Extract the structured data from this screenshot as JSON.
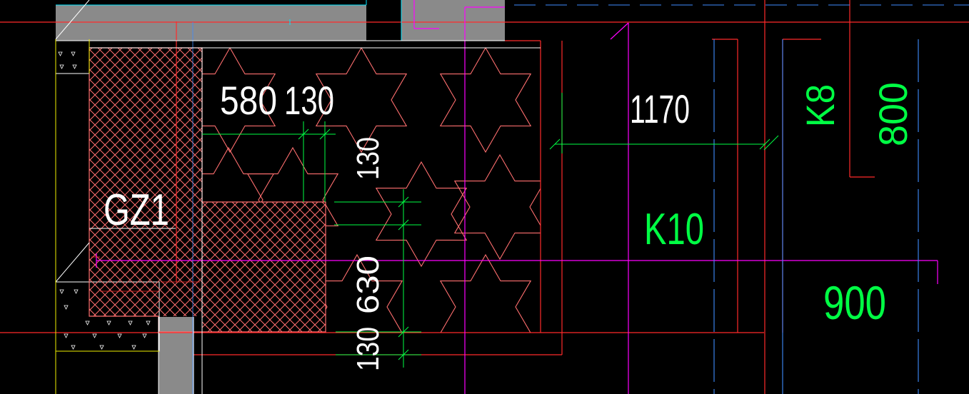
{
  "drawing": {
    "labels": {
      "dim_580": "580",
      "dim_130_top": "130",
      "dim_1170": "1170",
      "dim_130_vert": "130",
      "dim_630_vert": "630",
      "dim_130_bottom_vert": "130",
      "column_tag": "GZ1",
      "tag_k8": "K8",
      "tag_k10": "K10",
      "dim_800": "800",
      "dim_900": "900"
    },
    "colors": {
      "background": "#000000",
      "wall_gray": "#8a8a8a",
      "grid_red": "#ff2a2a",
      "magenta": "#ff00ff",
      "blue_dash": "#3f8cff",
      "cyan": "#00e5ff",
      "green_dim": "#00ff44",
      "hatch_salmon": "#ff6f6f",
      "text_white": "#ffffff",
      "text_green": "#00ff44",
      "yellow": "#f0f000"
    }
  }
}
